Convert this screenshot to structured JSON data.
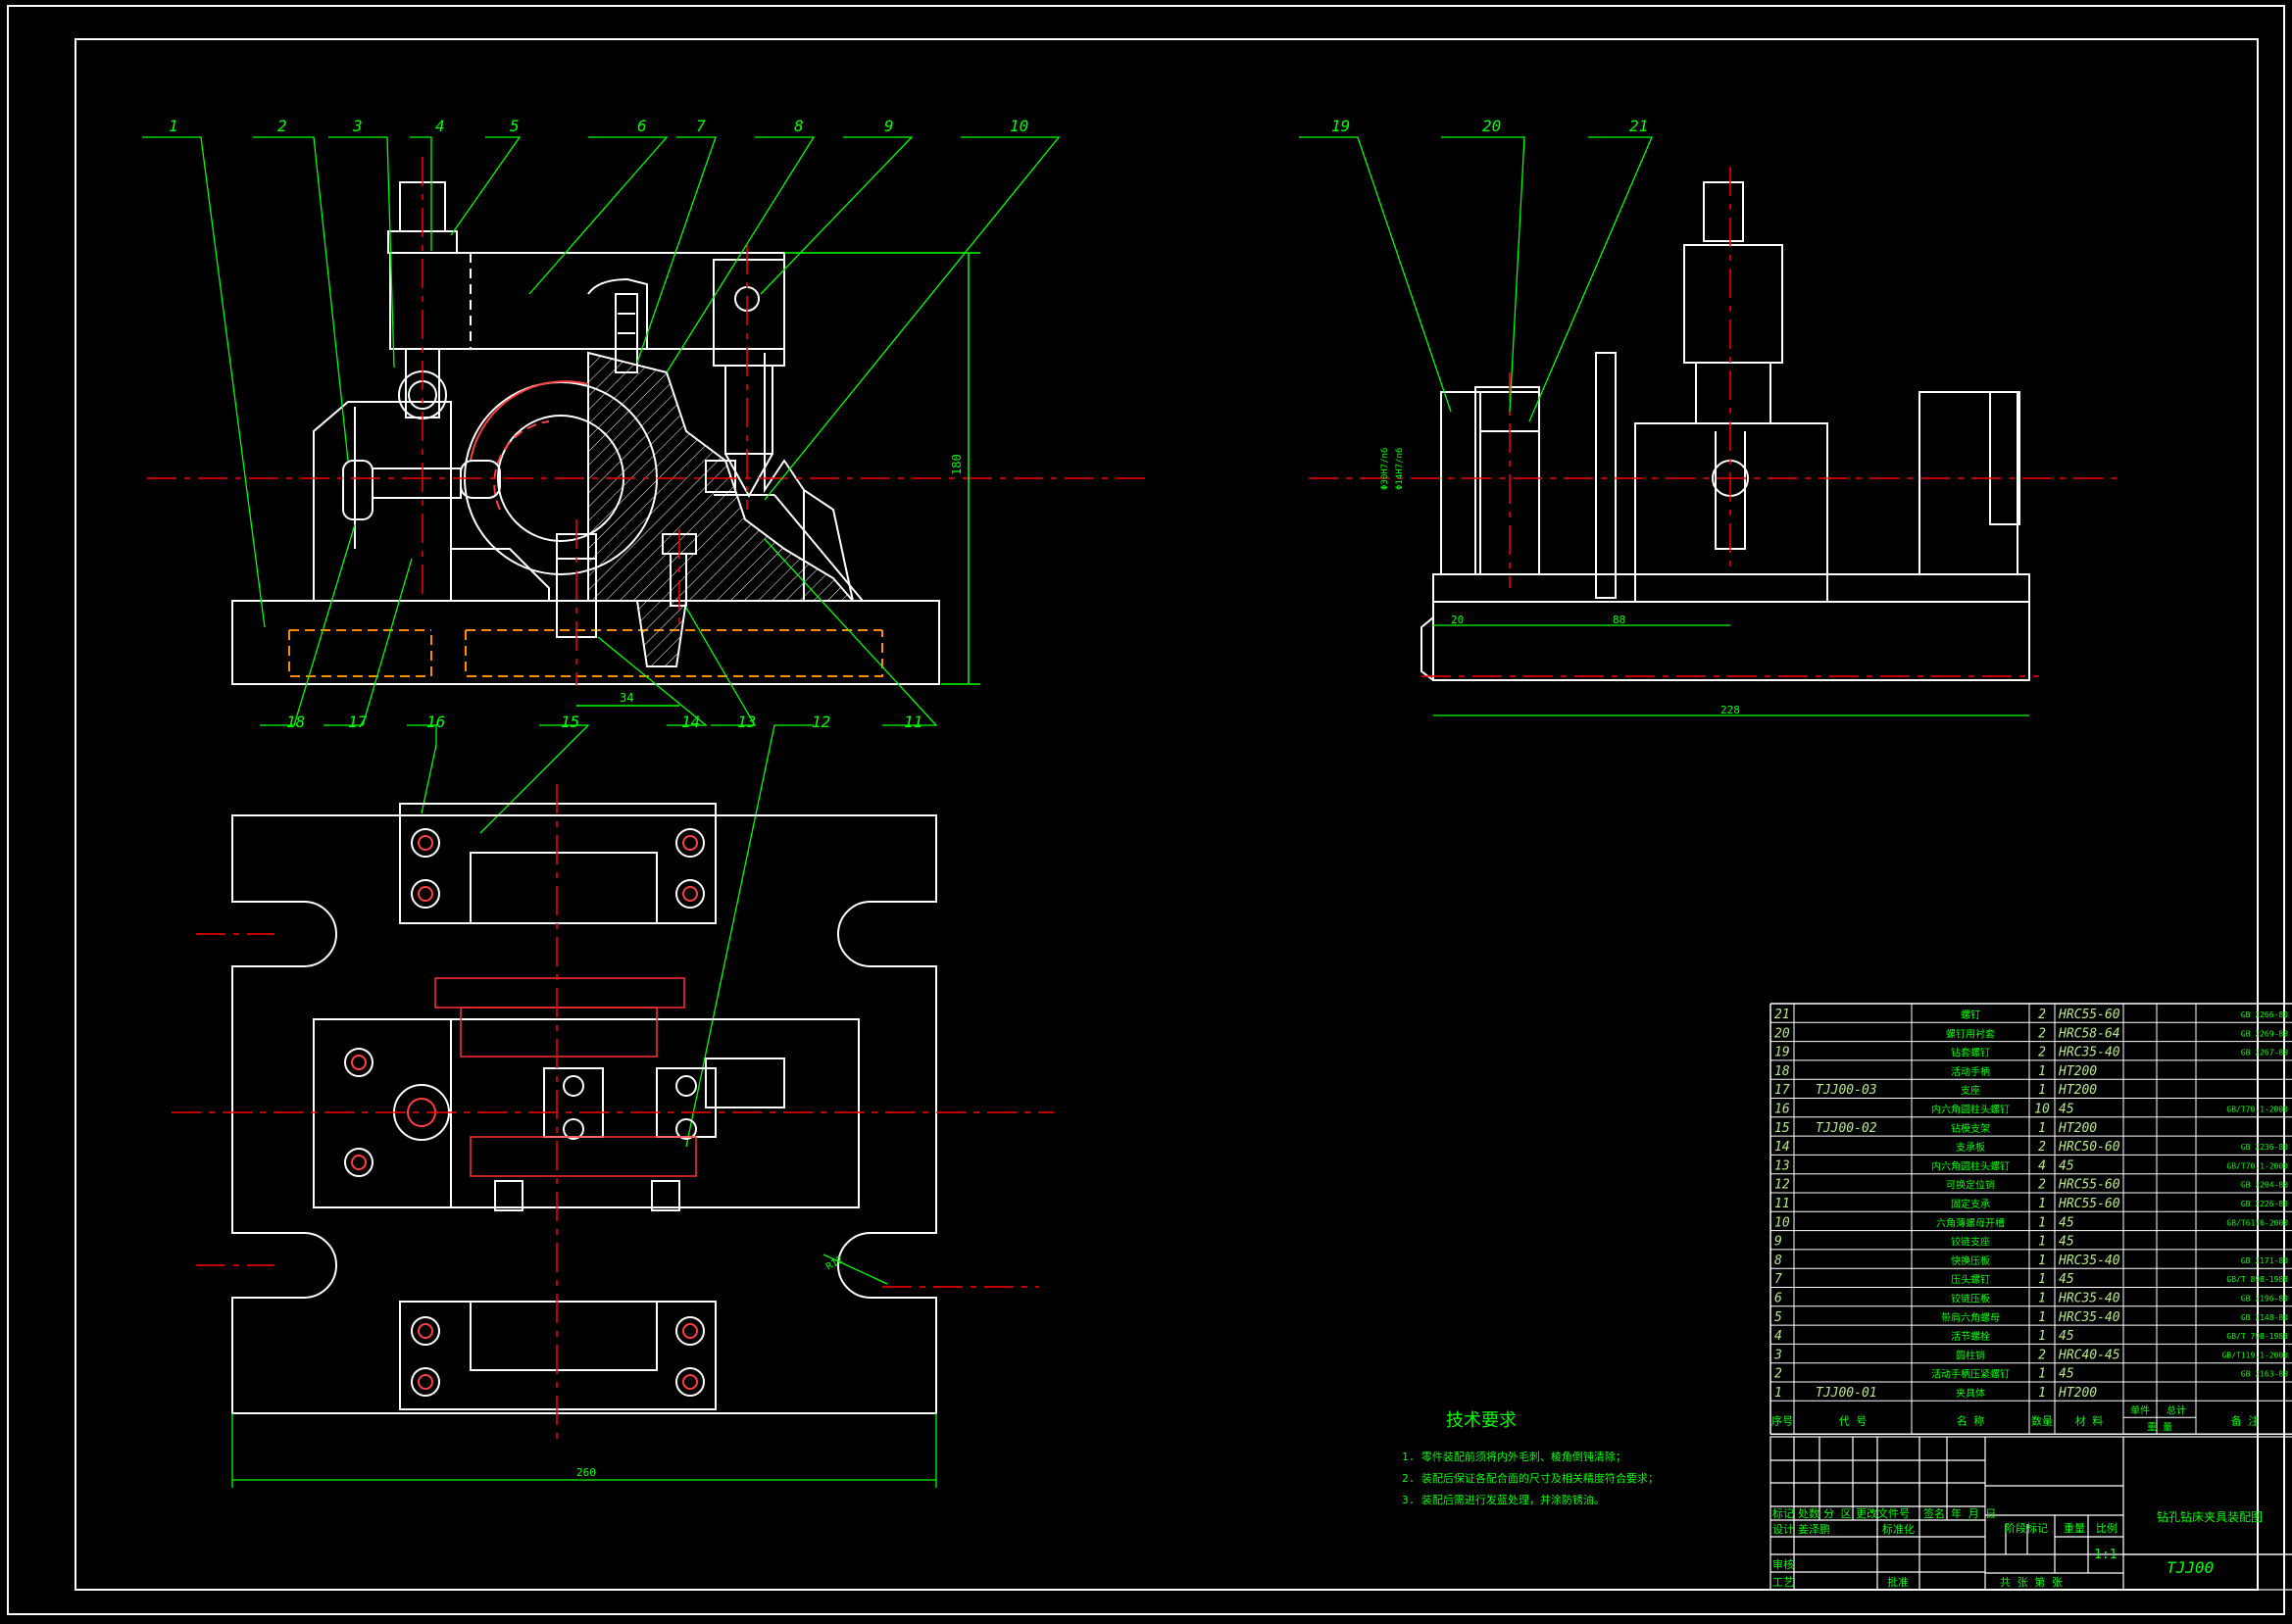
{
  "colors": {
    "background": "#000000",
    "outline": "#ffffff",
    "leader": "#00ff00",
    "centerline": "#ff0000",
    "dimension": "#00ff00",
    "table_text_latin": "#b8e986"
  },
  "balloons": {
    "front_view": [
      "1",
      "2",
      "3",
      "4",
      "5",
      "6",
      "7",
      "8",
      "9",
      "10"
    ],
    "front_view_bottom": [
      "18",
      "17",
      "16",
      "15",
      "14",
      "13",
      "12",
      "11"
    ],
    "side_view": [
      "19",
      "20",
      "21"
    ]
  },
  "dimensions": {
    "front_height": "180",
    "front_offset": "34",
    "side_left": "20",
    "side_mid": "88",
    "side_total": "228",
    "plan_width": "260",
    "plan_slot": "R12",
    "side_tol_1": "Φ30H7/n6",
    "side_tol_2": "Φ14H7/n6"
  },
  "tech_requirements": {
    "title": "技术要求",
    "items": [
      "1. 零件装配前须将内外毛刺、棱角倒钝清除；",
      "2. 装配后保证各配合面的尺寸及相关精度符合要求；",
      "3. 装配后需进行发蓝处理，并涂防锈油。"
    ]
  },
  "bom": {
    "rows": [
      {
        "no": "21",
        "code": "",
        "name": "螺钉",
        "qty": "2",
        "material": "HRC55-60",
        "std": "GB 2266-80"
      },
      {
        "no": "20",
        "code": "",
        "name": "螺钉用衬套",
        "qty": "2",
        "material": "HRC58-64",
        "std": "GB 2269-80"
      },
      {
        "no": "19",
        "code": "",
        "name": "钻套螺钉",
        "qty": "2",
        "material": "HRC35-40",
        "std": "GB 2267-80"
      },
      {
        "no": "18",
        "code": "",
        "name": "活动手柄",
        "qty": "1",
        "material": "HT200",
        "std": ""
      },
      {
        "no": "17",
        "code": "TJJ00-03",
        "name": "支座",
        "qty": "1",
        "material": "HT200",
        "std": ""
      },
      {
        "no": "16",
        "code": "",
        "name": "内六角圆柱头螺钉",
        "qty": "10",
        "material": "45",
        "std": "GB/T70.1-2000"
      },
      {
        "no": "15",
        "code": "TJJ00-02",
        "name": "钻模支架",
        "qty": "1",
        "material": "HT200",
        "std": ""
      },
      {
        "no": "14",
        "code": "",
        "name": "支承板",
        "qty": "2",
        "material": "HRC50-60",
        "std": "GB 2236-80"
      },
      {
        "no": "13",
        "code": "",
        "name": "内六角圆柱头螺钉",
        "qty": "4",
        "material": "45",
        "std": "GB/T70.1-2000"
      },
      {
        "no": "12",
        "code": "",
        "name": "可换定位销",
        "qty": "2",
        "material": "HRC55-60",
        "std": "GB 2204-80"
      },
      {
        "no": "11",
        "code": "",
        "name": "固定支承",
        "qty": "1",
        "material": "HRC55-60",
        "std": "GB 2226-80"
      },
      {
        "no": "10",
        "code": "",
        "name": "六角薄螺母开槽",
        "qty": "1",
        "material": "45",
        "std": "GB/T6176-2000"
      },
      {
        "no": "9",
        "code": "",
        "name": "铰链支座",
        "qty": "1",
        "material": "45",
        "std": ""
      },
      {
        "no": "8",
        "code": "",
        "name": "快换压板",
        "qty": "1",
        "material": "HRC35-40",
        "std": "GB 2171-80"
      },
      {
        "no": "7",
        "code": "",
        "name": "压头螺钉",
        "qty": "1",
        "material": "45",
        "std": "GB/T 898-1988"
      },
      {
        "no": "6",
        "code": "",
        "name": "铰链压板",
        "qty": "1",
        "material": "HRC35-40",
        "std": "GB 2196-80"
      },
      {
        "no": "5",
        "code": "",
        "name": "带肩六角螺母",
        "qty": "1",
        "material": "HRC35-40",
        "std": "GB 2148-80"
      },
      {
        "no": "4",
        "code": "",
        "name": "活节螺栓",
        "qty": "1",
        "material": "45",
        "std": "GB/T 798-1988"
      },
      {
        "no": "3",
        "code": "",
        "name": "圆柱销",
        "qty": "2",
        "material": "HRC40-45",
        "std": "GB/T119.1-2000"
      },
      {
        "no": "2",
        "code": "",
        "name": "活动手柄压紧螺钉",
        "qty": "1",
        "material": "45",
        "std": "GB 2163-80"
      },
      {
        "no": "1",
        "code": "TJJ00-01",
        "name": "夹具体",
        "qty": "1",
        "material": "HT200",
        "std": ""
      }
    ],
    "header": {
      "no": "序号",
      "code": "代 号",
      "name": "名 称",
      "qty": "数量",
      "material": "材 料",
      "unit_weight": "单件",
      "total_weight": "总计",
      "weight": "重 量",
      "remark": "备 注"
    }
  },
  "title_block": {
    "labels": [
      "标记",
      "处数",
      "分 区",
      "更改文件号",
      "签名",
      "年 月 日"
    ],
    "roles": [
      "设计",
      "审核",
      "工艺"
    ],
    "designer": "姜泽鹏",
    "standardized": "标准化",
    "stage_mark": "阶段标记",
    "weight": "重量",
    "scale_label": "比例",
    "scale": "1:1",
    "sheets": "共  张  第  张",
    "approve": "批准",
    "drawing_name": "钻孔钻床夹具装配图",
    "drawing_number": "TJJ00"
  }
}
